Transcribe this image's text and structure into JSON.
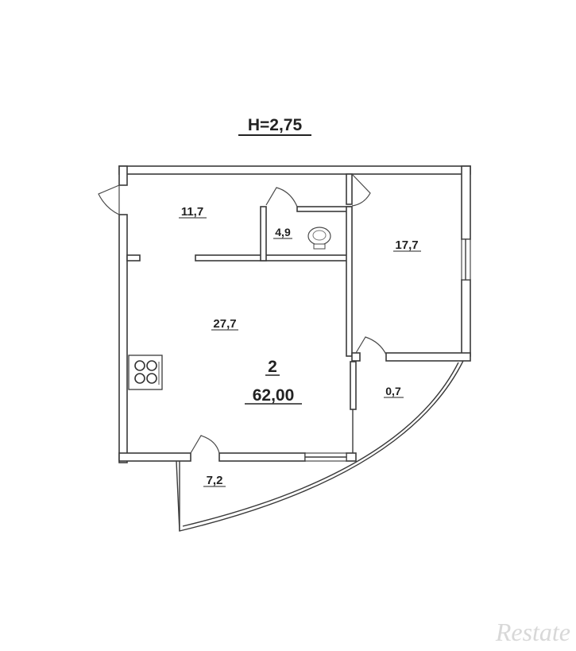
{
  "plan": {
    "ceiling_height": "H=2,75",
    "apartment_number": "2",
    "total_area": "62,00",
    "rooms": {
      "hall_area": "11,7",
      "bathroom_area": "4,9",
      "bedroom_area": "17,7",
      "living_area": "27,7",
      "storage_area": "0,7",
      "balcony_area": "7,2"
    },
    "watermark": "Restate"
  }
}
